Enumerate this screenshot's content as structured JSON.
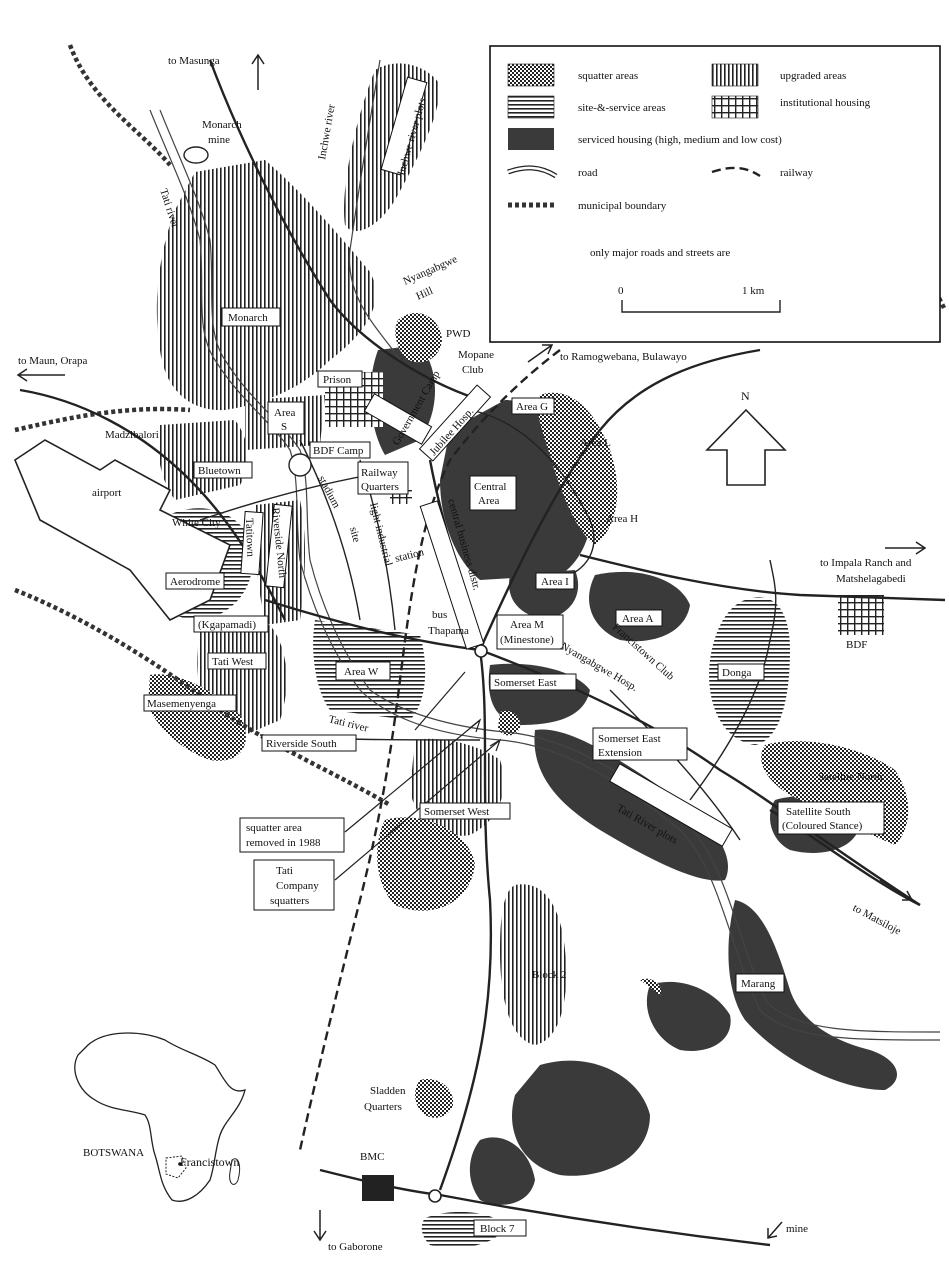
{
  "legend": {
    "squatter": "squatter areas",
    "upgraded": "upgraded areas",
    "site_service": "site-&-service areas",
    "institutional": "institutional housing",
    "serviced": "serviced housing (high, medium and low cost)",
    "road": "road",
    "railway": "railway",
    "municipal": "municipal boundary",
    "note": "only major roads and streets are",
    "scale_zero": "0",
    "scale_km": "1 km"
  },
  "north": "N",
  "destinations": {
    "masunga": "to Masunga",
    "maun": "to Maun, Orapa",
    "ramogwebana": "to Ramogwebana, Bulawayo",
    "impala_1": "to Impala Ranch and",
    "impala_2": "Matshelagabedi",
    "matsiloje": "to Matsiloje",
    "gaborone": "to Gaborone",
    "mine": "mine"
  },
  "places": {
    "monarch_mine_1": "Monarch",
    "monarch_mine_2": "mine",
    "tati_river_n": "Tati river",
    "inchwe_river": "Inchwe river",
    "inchwe_plots": "Inchwe river plots",
    "monarch": "Monarch",
    "nyangabgwe_hill_1": "Nyangabgwe",
    "nyangabgwe_hill_2": "Hill",
    "pwd": "PWD",
    "mopane_1": "Mopane",
    "mopane_2": "Club",
    "prison": "Prison",
    "area_s_1": "Area",
    "area_s_2": "S",
    "government_camp": "Government Camp",
    "jubilee": "Jubilee Hosp.",
    "area_g": "Area G",
    "area_l": "Area L",
    "madzibalori": "Madzibalori",
    "bdf_camp": "BDF Camp",
    "railway_q_1": "Railway",
    "railway_q_2": "Quarters",
    "bluetown": "Bluetown",
    "central_1": "Central",
    "central_2": "Area",
    "airport": "airport",
    "stadium": "stadium",
    "white_city": "White City",
    "riverside_north": "Riverside North",
    "light_industrial": "light industrial",
    "site": "site",
    "cbd": "central business distr.",
    "area_h": "Area H",
    "tatitown": "Tatitown",
    "station": "station",
    "aerodrome": "Aerodrome",
    "area_i": "Area I",
    "area_a": "Area A",
    "bdf": "BDF",
    "kgapamadi": "(Kgapamadi)",
    "bus": "bus",
    "thapama": "Thapama",
    "area_m_1": "Area M",
    "area_m_2": "(Minestone)",
    "nyangabgwe_hosp": "Nyangabgwe Hosp.",
    "francistown_club": "Francistown Club",
    "tati_west": "Tati West",
    "area_w": "Area W",
    "somerset_east": "Somerset East",
    "donga": "Donga",
    "masemenyenga": "Masemenyenga",
    "tati_river": "Tati river",
    "riverside_south": "Riverside South",
    "somerset_ext_1": "Somerset East",
    "somerset_ext_2": "Extension",
    "satellite_north": "Satellite North",
    "satellite_south_1": "Satellite South",
    "satellite_south_2": "(Coloured Stance)",
    "somerset_west": "Somerset West",
    "tati_river_plots": "Tati River plots",
    "removed_1": "squatter area",
    "removed_2": "removed in 1988",
    "tati_co_1": "Tati",
    "tati_co_2": "Company",
    "tati_co_3": "squatters",
    "block2": "Block 2",
    "marang": "Marang",
    "sladden_1": "Sladden",
    "sladden_2": "Quarters",
    "botswana": "BOTSWANA",
    "francistown": "Francistown",
    "bmc": "BMC",
    "block7": "Block 7"
  }
}
